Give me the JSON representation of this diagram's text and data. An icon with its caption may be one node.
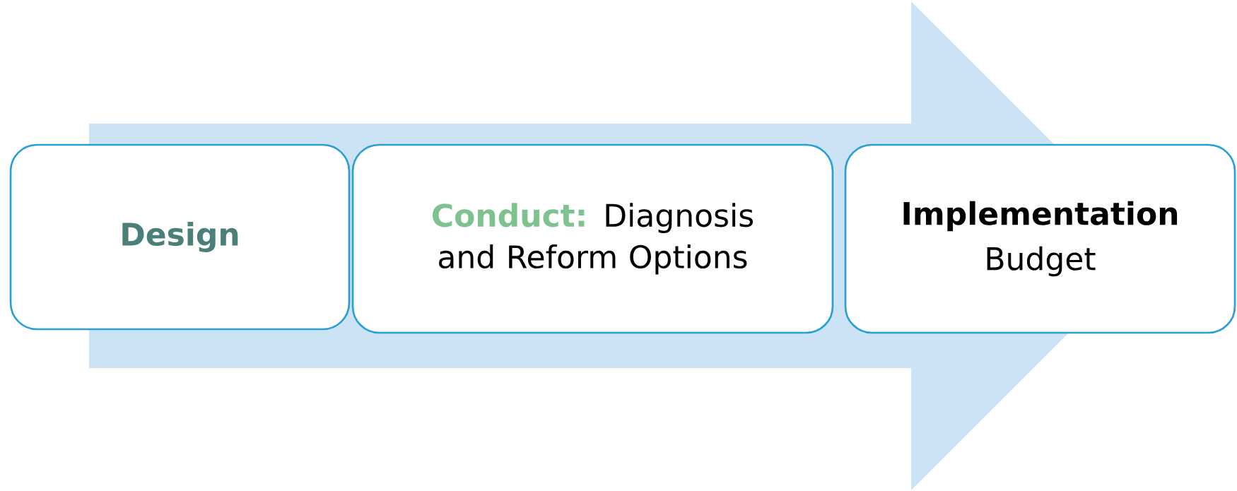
{
  "diagram": {
    "nodes": [
      {
        "text": [
          "Design"
        ]
      },
      {
        "text": [
          "Conduct:",
          "Diagnosis and Reform Options"
        ]
      },
      {
        "text": [
          "Implementation",
          "Budget"
        ]
      }
    ],
    "edges": [
      {
        "from": 0,
        "to": 2,
        "arrow": "to"
      }
    ]
  }
}
